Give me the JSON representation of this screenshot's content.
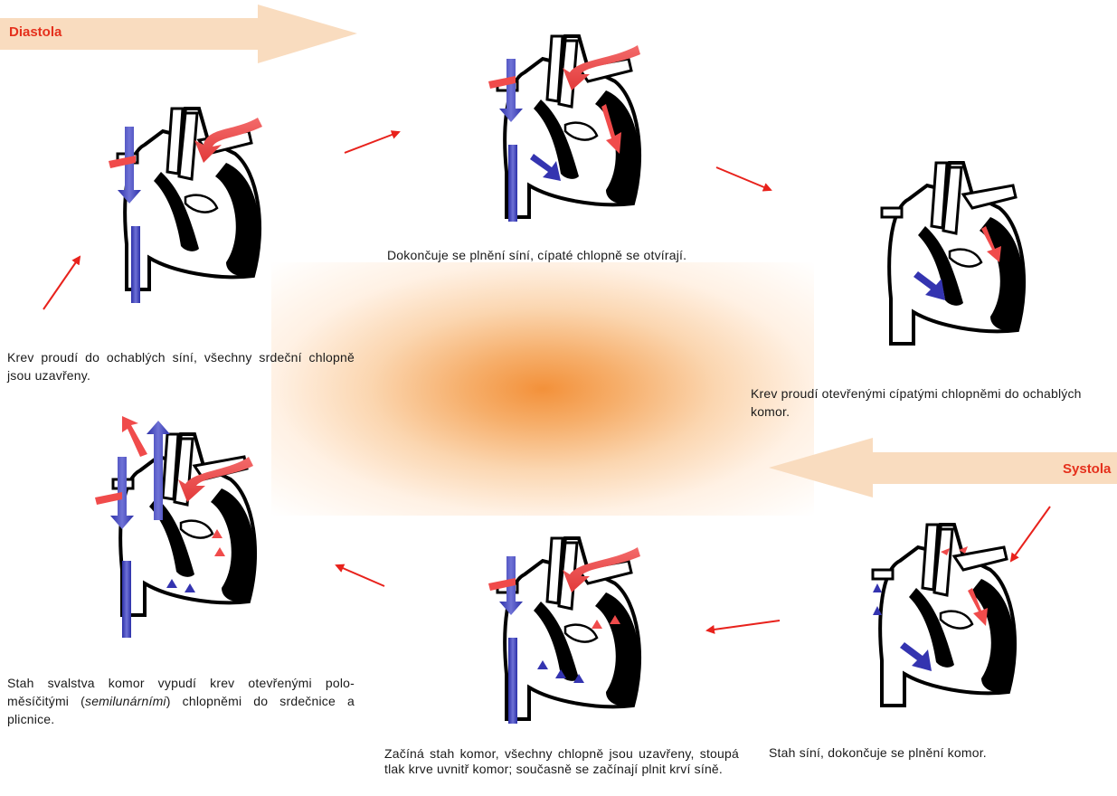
{
  "phases": {
    "diastole": "Diastola",
    "systole": "Systola"
  },
  "captions": {
    "step1": "Krev proudí do ochablých síní, všechny srdeční chlopně jsou uzavřeny.",
    "step2": "Dokončuje se plnění síní, cípaté chlopně se otvírají.",
    "step3": "Krev proudí otevřenými cípatými chlopněmi do ochablých komor.",
    "step4": "Stah síní, dokončuje se plnění komor.",
    "step5": "Začíná stah komor, všechny chlopně jsou uzavřeny, stoupá tlak krve uvnitř komor; současně se začínají plnit krví síně.",
    "step6_before": "Stah svalstva komor vypudí krev otevřenými polo-měsíčitými (",
    "step6_italic": "semilunárními",
    "step6_after": ") chlopněmi do srdečnice a plicnice."
  },
  "colors": {
    "arterial": "#f04b4b",
    "venous": "#3434b0",
    "cycle_arrow": "#e8221c",
    "phase_band": "#f9dcbf",
    "phase_text": "#e5301c",
    "glow": "#f3913a"
  },
  "icons": {
    "heart": "heart-diagram-icon",
    "cycle": "red-cycle-arrow-icon"
  }
}
